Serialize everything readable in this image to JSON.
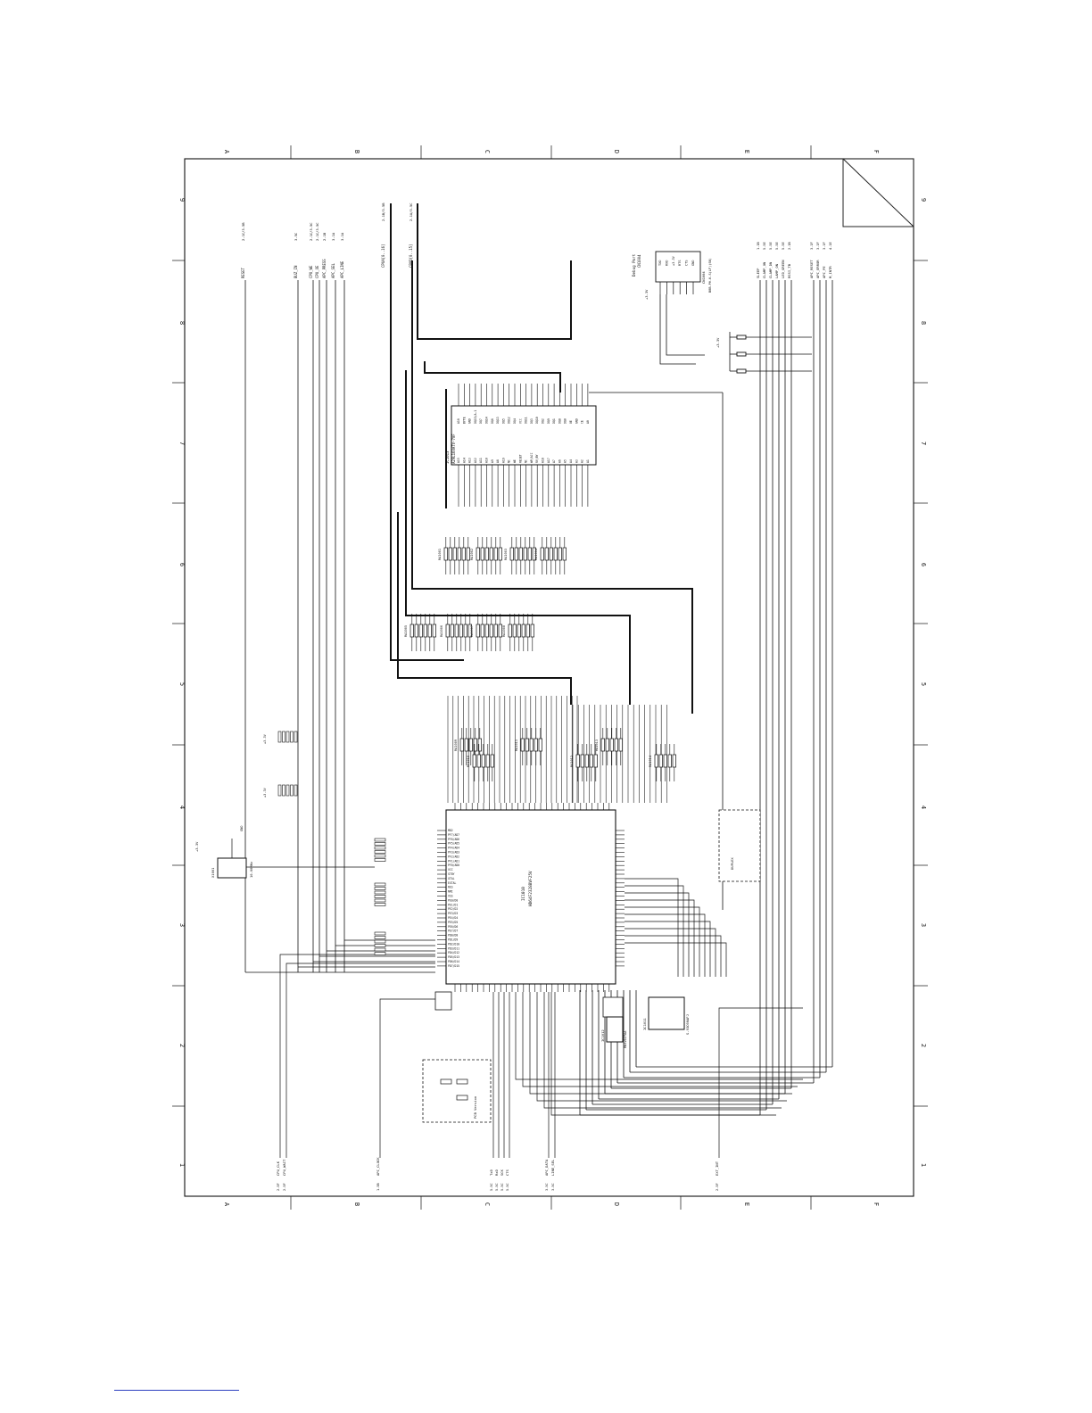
{
  "border": {
    "columns": [
      "A",
      "B",
      "C",
      "D",
      "E",
      "F"
    ],
    "rows": [
      "9",
      "8",
      "7",
      "6",
      "5",
      "4",
      "3",
      "2",
      "1"
    ]
  },
  "top_nets": {
    "labels": [
      "RESET",
      "BUZ_IN",
      "CPU_WE",
      "CPU_OE",
      "APC_PRESS",
      "APC_SEL",
      "APC_LINE"
    ],
    "refs": [
      "2-1C/3-5B",
      "3-5C",
      "2-1C/3-5C",
      "2-1C/3-5C",
      "2-1B",
      "3-1A",
      "3-1A"
    ]
  },
  "bus_nets": {
    "labels": [
      "CPUA[0..16]",
      "CPUD[0..15]"
    ],
    "refs": [
      "2-1B/3-5B",
      "2-1A/3-5C"
    ]
  },
  "debug_port": {
    "title": "Debug Port",
    "ref": "CN1004",
    "pins": [
      "TXD",
      "RXD",
      "+3.3V",
      "RTS",
      "CTS",
      "GND"
    ],
    "part": "CN1004",
    "note": "B8B-PH-K-S(LF)(SN)"
  },
  "right_nets": {
    "labels": [
      "SLEEP",
      "CLAMP_ON",
      "CLAMP_DN",
      "LAMP_ON",
      "LED_GREEN",
      "RSSI_TB",
      "APC_RESET",
      "APC_ERROR",
      "APC_PE",
      "M_INTR"
    ],
    "refs": [
      "1-1B",
      "5-5E",
      "5-5E",
      "5-5E",
      "5-5E",
      "2-1B",
      "3-1F",
      "3-1F",
      "3-1F",
      "4-1E"
    ]
  },
  "chips": {
    "flash": {
      "ref": "IC1013",
      "part": "A29L160ATV-70F",
      "pins_left": [
        "A15",
        "A14",
        "A13",
        "A12",
        "A11",
        "A10",
        "A9",
        "A8",
        "A19",
        "NC",
        "WE",
        "RESET",
        "NC",
        "WP/ACC",
        "RY/BY",
        "A18",
        "A17",
        "A7",
        "A6",
        "A5",
        "A4",
        "A3",
        "A2",
        "A1"
      ],
      "pins_right": [
        "A16",
        "BYTE",
        "GND",
        "DQ15/A-1",
        "DQ7",
        "DQ14",
        "DQ6",
        "DQ13",
        "DQ5",
        "DQ12",
        "DQ4",
        "VCC",
        "DQ11",
        "DQ3",
        "DQ10",
        "DQ2",
        "DQ9",
        "DQ1",
        "DQ8",
        "DQ0",
        "OE",
        "GND",
        "CE",
        "A0"
      ]
    },
    "cpu": {
      "ref": "IC1010",
      "part": "HD64F2328BVF25V",
      "pins": [
        "MD2",
        "PF7/AD7",
        "PF6/AD6",
        "PF5/AD5",
        "PF4/AD4",
        "PF3/AD3",
        "PF2/AD2",
        "PF1/AD1",
        "PF0/AD0",
        "VCC",
        "STBY",
        "XTAL",
        "EXTAL",
        "RES",
        "NMI",
        "VSS",
        "PE0/D0",
        "PE1/D1",
        "PE2/D2",
        "PE3/D3",
        "PE4/D4",
        "PE5/D5",
        "PE6/D6",
        "PE7/D7",
        "PD0/D8",
        "PD1/D9",
        "PD2/D10",
        "PD3/D11",
        "PD4/D12",
        "PD5/D13",
        "PD6/D14",
        "PD7/D15"
      ]
    },
    "eeprom": {
      "ref": "IC1011",
      "part": "S-93C66AFJ"
    },
    "reset": {
      "ref": "IC1012",
      "part": "RN5VD27AA"
    }
  },
  "crystal": {
    "ref": "X1001",
    "value": "10.00MHz"
  },
  "resistor_arrays": {
    "upper": [
      "RA1001",
      "RA1002",
      "RA1003",
      "RA1004"
    ],
    "middle": [
      "RA1005",
      "RA1006",
      "RA1007",
      "RA1008"
    ],
    "lower": [
      "RA1009",
      "RA1010",
      "RA1011",
      "RA1012",
      "RA1013",
      "RA1014"
    ]
  },
  "dashed_boxes": {
    "pcb_version": "PCB Version",
    "duplex": "DUPLEX"
  },
  "bottom_nets": {
    "labels": [
      "CPU_CLK",
      "CPU_WAIT",
      "APC_CLOCK",
      "TxD",
      "RxD",
      "SCK",
      "CTS",
      "APC_DATA",
      "LINE_SEL",
      "EXT_INT"
    ],
    "refs": [
      "2-5F",
      "2-5F",
      "1-5B",
      "5-5C",
      "5-5C",
      "5-5C",
      "5-5C",
      "3-5C",
      "3-5C",
      "2-5F"
    ]
  },
  "power_label": "+3.3V",
  "gnd_label": "GND"
}
